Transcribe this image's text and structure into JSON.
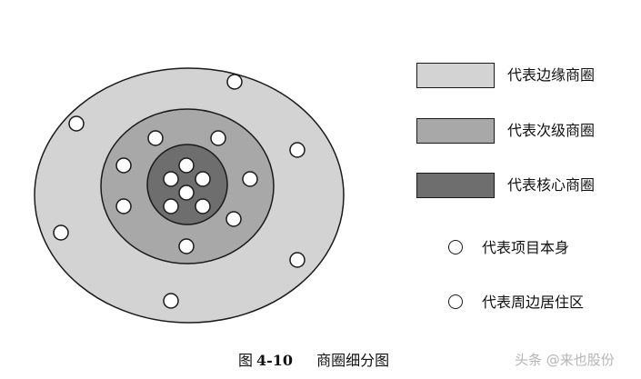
{
  "colors": {
    "outer_zone": "#d3d3d3",
    "middle_zone": "#a8a8a8",
    "core_zone": "#6e6e6e",
    "dot_fill": "#ffffff",
    "stroke": "#1a1a1a"
  },
  "legend": {
    "outer_label": "代表边缘商圈",
    "middle_label": "代表次级商圈",
    "core_label": "代表核心商圈",
    "project_label": "代表项目本身",
    "residence_label": "代表周边居住区"
  },
  "caption": {
    "prefix": "图",
    "number": "4-10",
    "title": "商圈细分图"
  },
  "watermark": "头条 @来也股份"
}
